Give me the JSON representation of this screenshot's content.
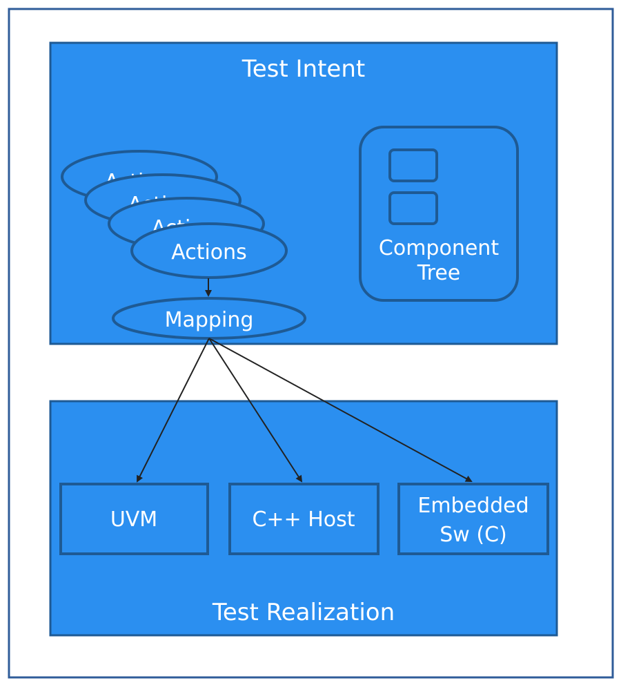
{
  "intent": {
    "title": "Test Intent",
    "actions_stack": [
      "Acti",
      "Acti",
      "Acti"
    ],
    "actions": "Actions",
    "mapping": "Mapping",
    "component_tree": [
      "Component",
      "Tree"
    ]
  },
  "realization": {
    "title": "Test Realization",
    "targets": {
      "uvm": "UVM",
      "cpp_host": "C++ Host",
      "embedded": [
        "Embedded",
        "Sw (C)"
      ]
    }
  },
  "colors": {
    "fill": "#2B8FF0",
    "stroke": "#1E5A94",
    "frame": "#2F5C99",
    "text": "#FFFFFF",
    "arrow": "#222222"
  }
}
